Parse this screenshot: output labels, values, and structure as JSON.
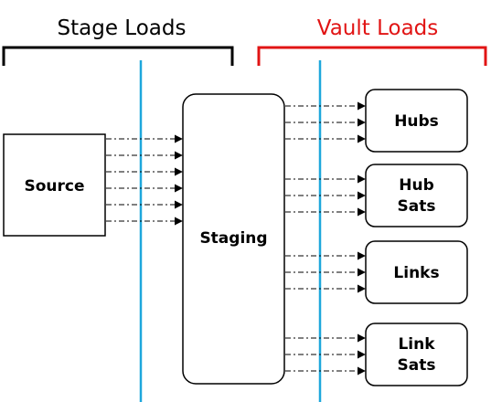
{
  "headers": {
    "stage": {
      "label": "Stage Loads",
      "color": "#000000"
    },
    "vault": {
      "label": "Vault Loads",
      "color": "#e11414"
    }
  },
  "divider_color": "#1ea7dc",
  "nodes": {
    "source": {
      "lines": [
        "Source"
      ]
    },
    "staging": {
      "lines": [
        "Staging"
      ]
    },
    "hubs": {
      "lines": [
        "Hubs"
      ]
    },
    "hub_sats": {
      "lines": [
        "Hub",
        "Sats"
      ]
    },
    "links": {
      "lines": [
        "Links"
      ]
    },
    "link_sats": {
      "lines": [
        "Link",
        "Sats"
      ]
    }
  },
  "connections": {
    "source_to_staging": 6,
    "staging_to_hubs": 3,
    "staging_to_hub_sats": 3,
    "staging_to_links": 3,
    "staging_to_link_sats": 3
  }
}
